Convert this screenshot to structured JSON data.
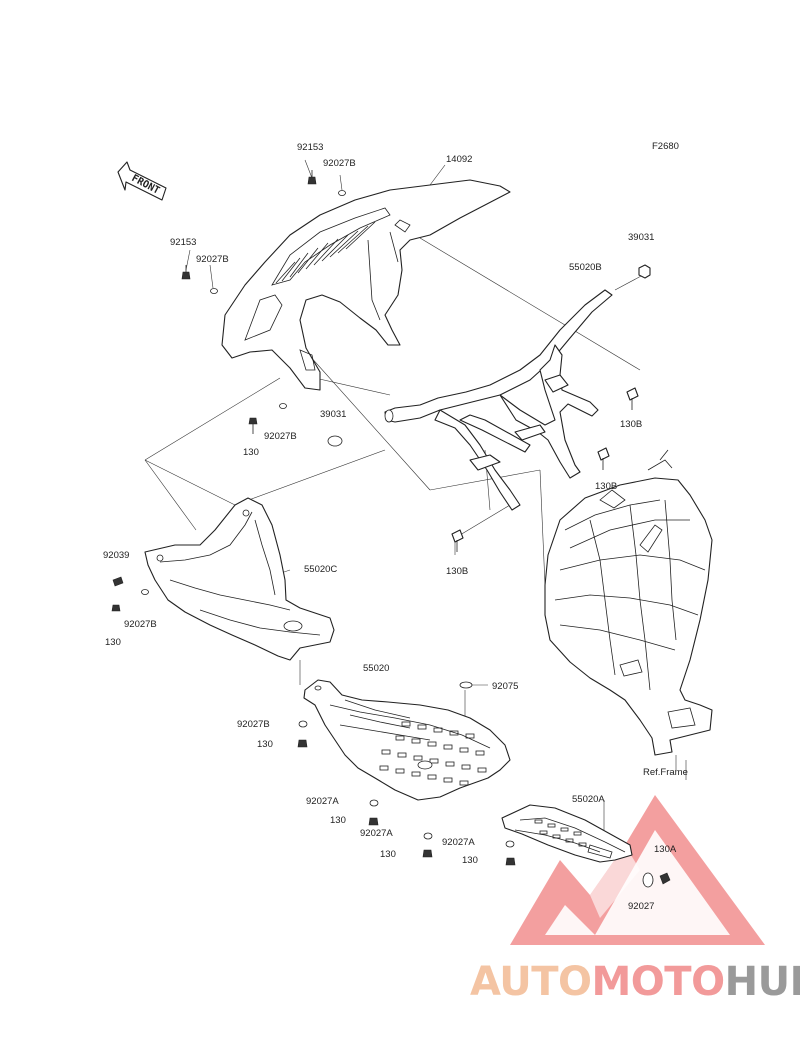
{
  "figure_code": "F2680",
  "front_label": "FRONT",
  "labels": {
    "l_92153_top": "92153",
    "l_92027b_top": "92027B",
    "l_14092": "14092",
    "l_92153_left": "92153",
    "l_92027b_left": "92027B",
    "l_39031_right": "39031",
    "l_55020b": "55020B",
    "l_92027b_mid": "92027B",
    "l_130_mid": "130",
    "l_39031_mid": "39031",
    "l_130b_1": "130B",
    "l_130b_2": "130B",
    "l_130b_3": "130B",
    "l_92039": "92039",
    "l_55020c": "55020C",
    "l_130_left": "130",
    "l_92027b_lower": "92027B",
    "l_55020": "55020",
    "l_92075": "92075",
    "l_92027b_bottom": "92027B",
    "l_130_a": "130",
    "l_92027a_1": "92027A",
    "l_130_b": "130",
    "l_92027a_2": "92027A",
    "l_130_c": "130",
    "l_92027a_3": "92027A",
    "l_130_d": "130",
    "l_55020a": "55020A",
    "l_130a": "130A",
    "l_92027": "92027",
    "l_ref_frame": "Ref.Frame"
  },
  "watermark": {
    "part1": "AUTO",
    "part2": "MOTO",
    "part3": "HUB",
    "colors": {
      "auto": "#f4c4a3",
      "moto": "#f29a9a",
      "hub": "#9a9a9a",
      "triangle": "#f08080"
    }
  }
}
